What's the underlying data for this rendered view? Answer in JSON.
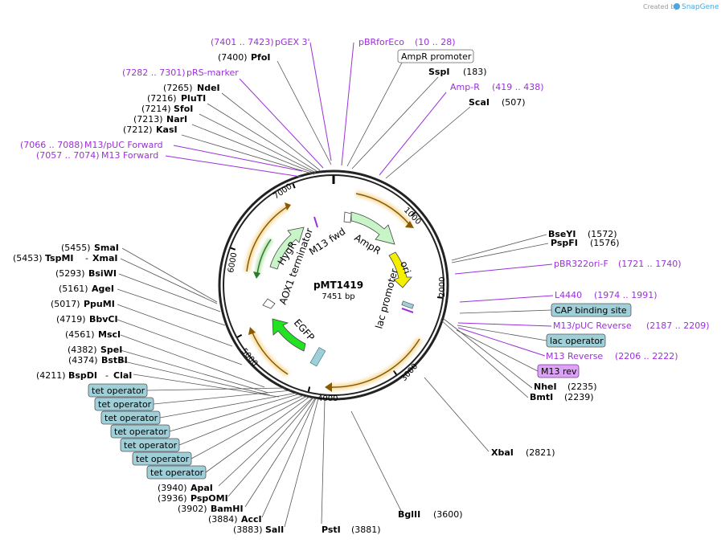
{
  "credit": "Created by",
  "brand": "SnapGene",
  "plasmid": {
    "name": "pMT1419",
    "size": "7451 bp"
  },
  "ticks": [
    "1000",
    "2000",
    "3000",
    "4000",
    "5000",
    "6000",
    "7000"
  ],
  "features": {
    "ampr": "AmpR",
    "ori": "ori",
    "lac_promoter": "lac promoter",
    "egfp": "EGFP",
    "aox1_terminator": "AOX1 terminator",
    "hygr": "HygR",
    "m13_fwd": "M13 fwd"
  },
  "primers": {
    "pgex3": {
      "name": "pGEX 3'",
      "range": "(7401 .. 7423)"
    },
    "pbrforeco": {
      "name": "pBRforEco",
      "range": "(10 .. 28)"
    },
    "prs_marker": {
      "name": "pRS-marker",
      "range": "(7282 .. 7301)"
    },
    "ampr_primer": {
      "name": "Amp-R",
      "range": "(419 .. 438)"
    },
    "m13puc_fwd": {
      "name": "M13/pUC Forward",
      "range": "(7066 .. 7088)"
    },
    "m13_forward": {
      "name": "M13 Forward",
      "range": "(7057 .. 7074)"
    },
    "pbr322ori": {
      "name": "pBR322ori-F",
      "range": "(1721 .. 1740)"
    },
    "l4440": {
      "name": "L4440",
      "range": "(1974 .. 1991)"
    },
    "m13puc_rev": {
      "name": "M13/pUC Reverse",
      "range": "(2187 .. 2209)"
    },
    "m13_reverse": {
      "name": "M13 Reverse",
      "range": "(2206 .. 2222)"
    }
  },
  "boxes": {
    "ampr_promoter": "AmpR promoter",
    "cap_binding": "CAP binding site",
    "lac_operator": "lac operator",
    "m13_rev": "M13 rev",
    "tet_operator": "tet operator"
  },
  "sites": {
    "pfoi": {
      "name": "PfoI",
      "pos": "(7400)"
    },
    "sspi": {
      "name": "SspI",
      "pos": "(183)"
    },
    "scai": {
      "name": "ScaI",
      "pos": "(507)"
    },
    "ndei": {
      "name": "NdeI",
      "pos": "(7265)"
    },
    "pluti": {
      "name": "PluTI",
      "pos": "(7216)"
    },
    "sfoi": {
      "name": "SfoI",
      "pos": "(7214)"
    },
    "nari": {
      "name": "NarI",
      "pos": "(7213)"
    },
    "kasi": {
      "name": "KasI",
      "pos": "(7212)"
    },
    "bseyi": {
      "name": "BseYI",
      "pos": "(1572)"
    },
    "pspfi": {
      "name": "PspFI",
      "pos": "(1576)"
    },
    "nhei": {
      "name": "NheI",
      "pos": "(2235)"
    },
    "bmti": {
      "name": "BmtI",
      "pos": "(2239)"
    },
    "xbai": {
      "name": "XbaI",
      "pos": "(2821)"
    },
    "bglii": {
      "name": "BglII",
      "pos": "(3600)"
    },
    "psti": {
      "name": "PstI",
      "pos": "(3881)"
    },
    "sali": {
      "name": "SalI",
      "pos": "(3883)"
    },
    "acci": {
      "name": "AccI",
      "pos": "(3884)"
    },
    "bamhi": {
      "name": "BamHI",
      "pos": "(3902)"
    },
    "pspomi": {
      "name": "PspOMI",
      "pos": "(3936)"
    },
    "apai": {
      "name": "ApaI",
      "pos": "(3940)"
    },
    "smai": {
      "name": "SmaI",
      "pos": "(5455)"
    },
    "tspmi": {
      "name": "TspMI",
      "pos": "(5453)"
    },
    "xmai": {
      "name": "XmaI",
      "sep": "-"
    },
    "bsiwi": {
      "name": "BsiWI",
      "pos": "(5293)"
    },
    "agei": {
      "name": "AgeI",
      "pos": "(5161)"
    },
    "ppumi": {
      "name": "PpuMI",
      "pos": "(5017)"
    },
    "bbvci": {
      "name": "BbvCI",
      "pos": "(4719)"
    },
    "msci": {
      "name": "MscI",
      "pos": "(4561)"
    },
    "spei": {
      "name": "SpeI",
      "pos": "(4382)"
    },
    "bstbi": {
      "name": "BstBI",
      "pos": "(4374)"
    },
    "bspdi": {
      "name": "BspDI",
      "pos": "(4211)"
    },
    "clai": {
      "name": "ClaI",
      "sep": "-"
    }
  },
  "colors": {
    "ampr": "#c8f5c8",
    "ori": "#f5f000",
    "egfp": "#22e322",
    "hygr": "#c8f5c8",
    "arrow_orange": "#8a5a00",
    "primer_purple": "#9b30d9",
    "box_teal": "#9fcfd8",
    "box_purple": "#dca2f5"
  }
}
